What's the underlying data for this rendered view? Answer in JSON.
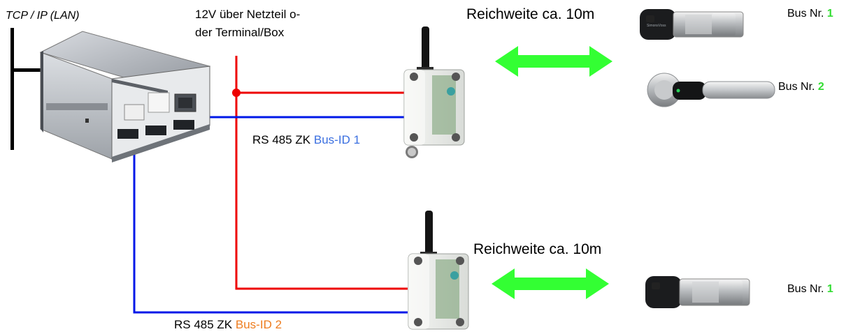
{
  "labels": {
    "network": "TCP / IP (LAN)",
    "power_line1": "12V über Netzteil o-",
    "power_line2": "der Terminal/Box",
    "range_1": "Reichweite ca. 10m",
    "range_2": "Reichweite ca. 10m",
    "rs485_1_prefix": "RS 485 ZK",
    "rs485_1_id": "Bus-ID 1",
    "rs485_2_prefix": "RS 485 ZK",
    "rs485_2_id": "Bus-ID 2",
    "bus_a_prefix": "Bus Nr.",
    "bus_a_num": "1",
    "bus_b_prefix": "Bus Nr.",
    "bus_b_num": "2",
    "bus_c_prefix": "Bus Nr.",
    "bus_c_num": "1"
  },
  "device_markings": {
    "cylinder_brand": "SimonsVoss"
  },
  "colors": {
    "power_wire": "#ee0000",
    "bus_wire": "#0018e8",
    "range_arrow": "#33ff33",
    "bus_id_1": "#3a6fe0",
    "bus_id_2": "#ee7d1f",
    "bus_number": "#33dd33"
  },
  "icons": {
    "controller": "network-controller-box-icon",
    "radio_module": "radio-module-with-antenna-icon",
    "cylinder": "digital-lock-cylinder-icon",
    "handle": "smart-door-handle-icon"
  }
}
